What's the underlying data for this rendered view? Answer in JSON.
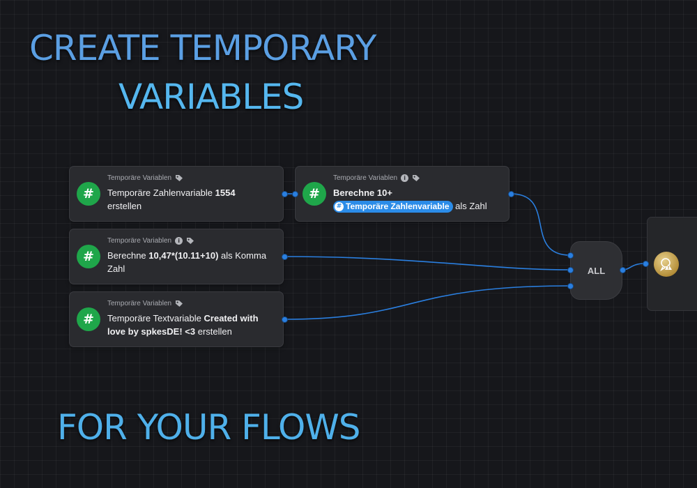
{
  "headline": {
    "line1": "CREATE TEMPORARY",
    "line2": "VARIABLES",
    "line3": "FOR YOUR FLOWS"
  },
  "colors": {
    "background": "#16171b",
    "node": "#2a2b2f",
    "wire": "#2a7fe0",
    "icon_green": "#1fa64a",
    "chip_blue": "#2b8ce8"
  },
  "nodes": {
    "create_number": {
      "category": "Temporäre Variablen",
      "icon": "hash-icon",
      "text_a": "Temporäre Zahlenvariable",
      "text_b": "1554",
      "text_c": "erstellen"
    },
    "calculate_number": {
      "category": "Temporäre Variablen",
      "icon": "hash-icon",
      "text_a": "Berechne 10+",
      "chip": "Temporäre Zahlenvariable",
      "text_b": "als Zahl"
    },
    "calculate_decimal": {
      "category": "Temporäre Variablen",
      "icon": "hash-icon",
      "text_a": "Berechne",
      "text_b": "10,47*(10.11+10)",
      "text_c": "als Komma Zahl"
    },
    "create_text": {
      "category": "Temporäre Variablen",
      "icon": "hash-icon",
      "text_a": "Temporäre Textvariable",
      "text_b": "Created with love by spkesDE! <3",
      "text_c": "erstellen"
    },
    "all": {
      "label": "ALL"
    },
    "action": {
      "icon": "warning-avatar-icon"
    }
  }
}
